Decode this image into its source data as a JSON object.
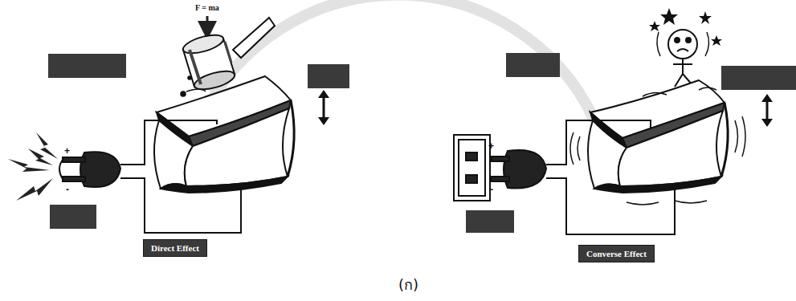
{
  "diagram": {
    "nodes": [
      {
        "text": [
          "Direct Effect"
        ]
      },
      {
        "text": [
          "Converse Effect"
        ]
      }
    ],
    "labels": [
      "F = ma",
      "(ก)"
    ]
  }
}
